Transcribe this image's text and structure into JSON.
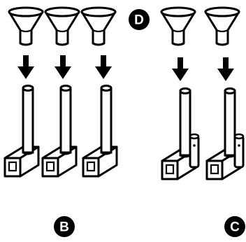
{
  "labels": {
    "d": "D",
    "b": "B",
    "c": "C"
  },
  "colors": {
    "stroke": "#000000",
    "fill": "#ffffff",
    "badge": "#000000"
  },
  "icons": {
    "funnel": "funnel-icon",
    "arrow": "arrow-down-icon",
    "tube_assembly": "tube-assembly-icon",
    "tube_with_clip": "tube-with-clip-icon"
  }
}
